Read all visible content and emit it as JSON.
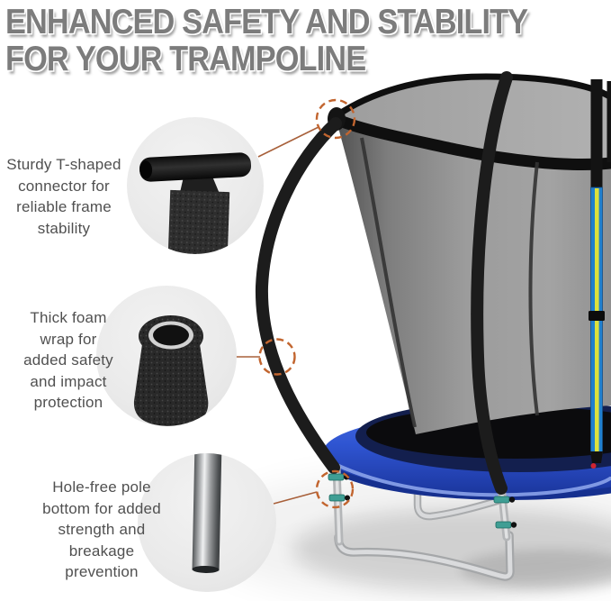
{
  "title": {
    "line1": "ENHANCED SAFETY AND STABILITY",
    "line2": "FOR YOUR TRAMPOLINE"
  },
  "callouts": [
    {
      "id": "t-connector",
      "icon": "t-connector-photo-icon",
      "lines": [
        "Sturdy T-shaped",
        "connector for",
        "reliable frame",
        "stability"
      ]
    },
    {
      "id": "foam-wrap",
      "icon": "foam-wrap-photo-icon",
      "lines": [
        "Thick foam",
        "wrap for",
        "added safety",
        "and impact",
        "protection"
      ]
    },
    {
      "id": "pole-bottom",
      "icon": "pole-bottom-photo-icon",
      "lines": [
        "Hole-free pole",
        "bottom for added",
        "strength and",
        "breakage",
        "prevention"
      ]
    }
  ],
  "highlights": [
    "t-connector-joint",
    "foam-wrapped-pole",
    "pole-bottom-leg"
  ],
  "colors": {
    "title_gray": "#7c7c7c",
    "text_gray": "#505050",
    "accent_orange": "#c2652f",
    "net_gray": "#9c9c9c",
    "pad_blue": "#2f55d2",
    "pad_inner_navy": "#131f4e",
    "mat_black": "#0b0b0d",
    "leg_silver": "#bfc1c3",
    "clamp_teal": "#3f9e94",
    "zipper_blue": "#2180ce",
    "zipper_yellow": "#dde03c",
    "zipper_tip_red": "#cf2431"
  }
}
